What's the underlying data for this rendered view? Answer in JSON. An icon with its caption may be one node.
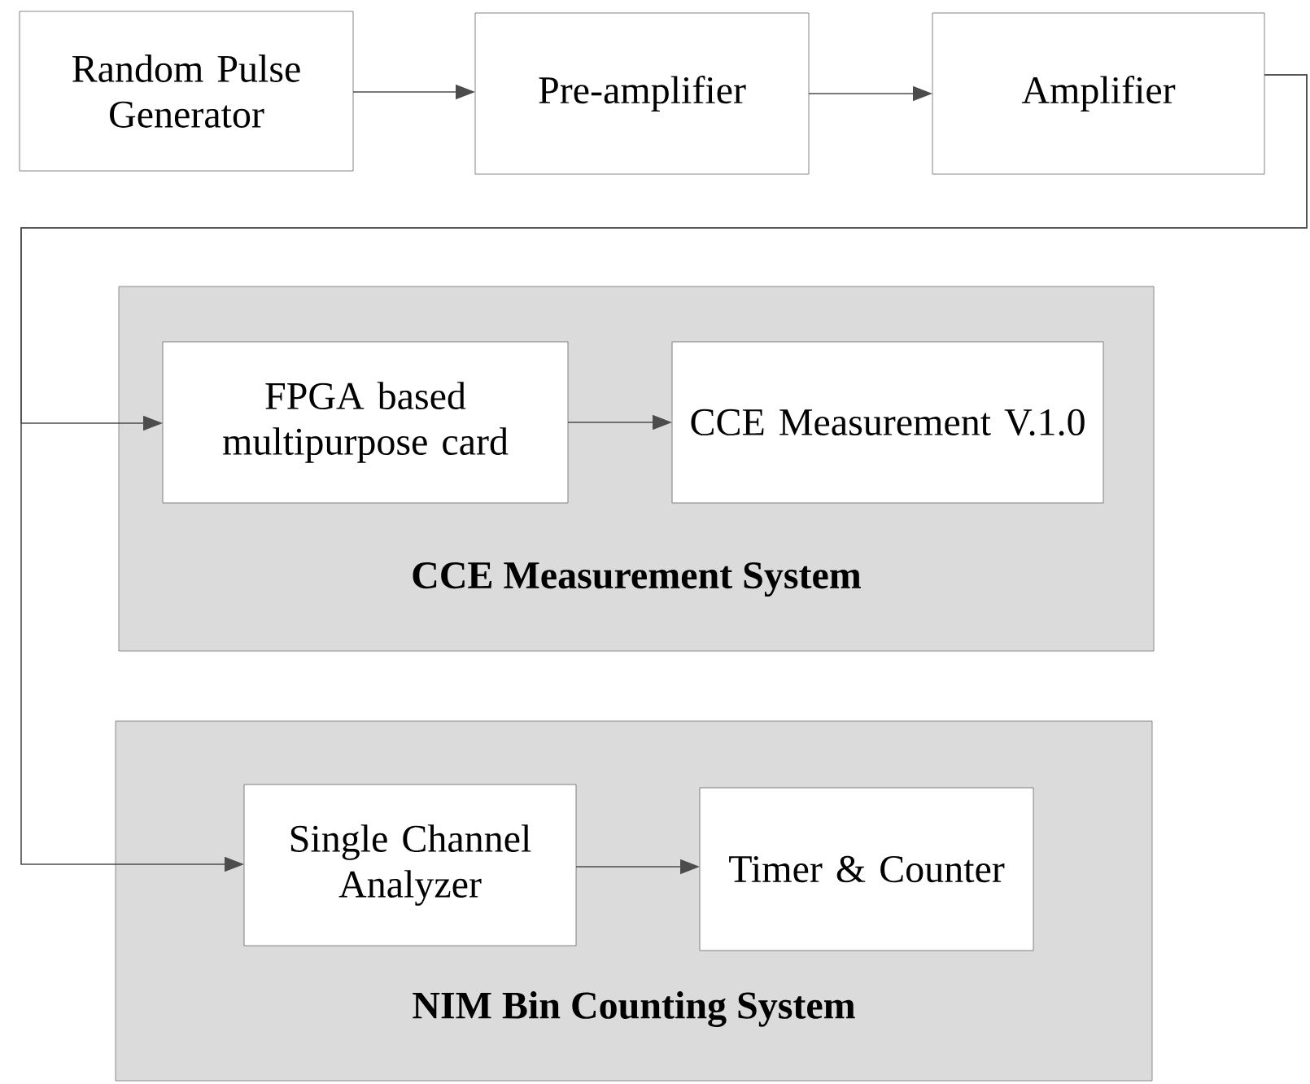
{
  "diagram": {
    "nodes": [
      {
        "text": [
          "Random Pulse Generator"
        ]
      },
      {
        "text": [
          "Pre-amplifier"
        ]
      },
      {
        "text": [
          "Amplifier"
        ]
      },
      {
        "text": [
          "CCE Measurement System"
        ]
      },
      {
        "text": [
          "FPGA based multipurpose card"
        ],
        "in": 3
      },
      {
        "text": [
          "CCE Measurement V.1.0"
        ],
        "in": 3
      },
      {
        "text": [
          "NIM Bin Counting System"
        ]
      },
      {
        "text": [
          "Single Channel Analyzer"
        ],
        "in": 6
      },
      {
        "text": [
          "Timer & Counter"
        ],
        "in": 6
      }
    ],
    "edges": [
      {
        "from": 0,
        "to": 1,
        "arrow": "to"
      },
      {
        "from": 1,
        "to": 2,
        "arrow": "to"
      },
      {
        "from": 2,
        "to": 4,
        "arrow": "to"
      },
      {
        "from": 2,
        "to": 7,
        "arrow": "to"
      },
      {
        "from": 4,
        "to": 5,
        "arrow": "to"
      },
      {
        "from": 7,
        "to": 8,
        "arrow": "to"
      }
    ]
  }
}
